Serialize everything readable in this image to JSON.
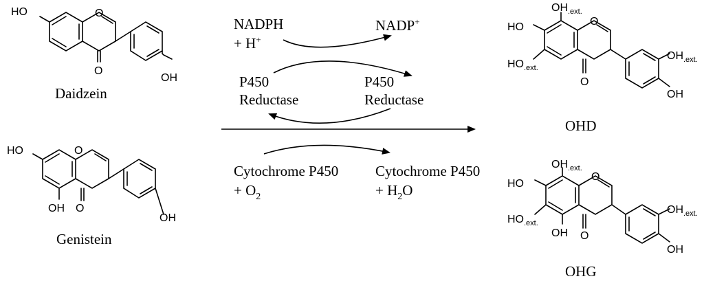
{
  "compounds": {
    "daidzein": "Daidzein",
    "genistein": "Genistein",
    "ohd": "OHD",
    "ohg": "OHG"
  },
  "atoms": {
    "o": "O",
    "oh": "OH",
    "ho": "HO"
  },
  "ext_tag": ".ext.",
  "cofactors": {
    "nadph": "NADPH",
    "h_plus_prefix": "+ H",
    "h_plus_sup": "+",
    "nadp": "NADP",
    "nadp_sup": "+",
    "p450": "P450",
    "reductase": "Reductase",
    "cyt_p450": "Cytochrome  P450",
    "o2_prefix": "+ O",
    "o2_sub": "2",
    "h2o_prefix": "+ H",
    "h2o_sub": "2",
    "h2o_suffix": "O"
  }
}
